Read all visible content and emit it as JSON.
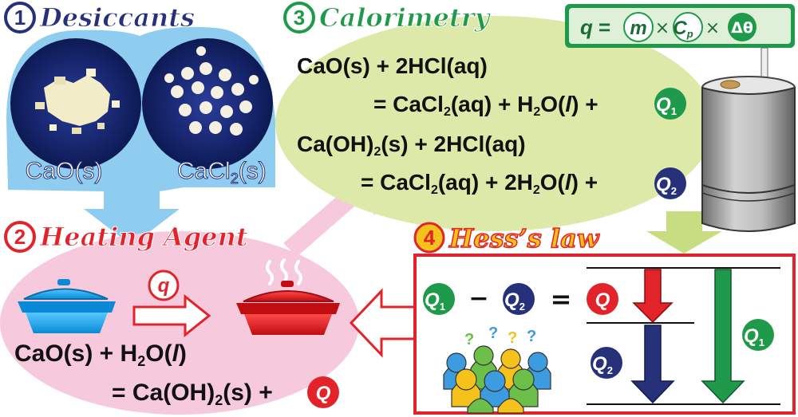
{
  "sections": {
    "desiccants": {
      "number": "1",
      "title": "Desiccants",
      "cao_label": "CaO(s)",
      "cacl2_label_a": "CaCl",
      "cacl2_sub": "2",
      "cacl2_label_b": "(s)"
    },
    "heating_agent": {
      "number": "2",
      "title": "Heating Agent",
      "q_label": "q",
      "eq1_a": "CaO(s) + H",
      "eq1_sub": "2",
      "eq1_b": "O(",
      "eq1_l": "l",
      "eq1_c": ")",
      "eq2_a": "= Ca(OH)",
      "eq2_sub": "2",
      "eq2_b": "(s) +",
      "q_circle": "Q"
    },
    "calorimetry": {
      "number": "3",
      "title": "Calorimetry",
      "formula": {
        "q": "q",
        "eq": "=",
        "m": "m",
        "times": "×",
        "c": "C",
        "c_sub": "p",
        "delta": "Δθ"
      },
      "r1_line1": "CaO(s) + 2HCl(aq)",
      "r1_line2_a": "= CaCl",
      "r1_line2_sub": "2",
      "r1_line2_b": "(aq) + H",
      "r1_line2_sub2": "2",
      "r1_line2_c": "O(",
      "r1_line2_l": "l",
      "r1_line2_d": ") +",
      "q1": "Q",
      "q1_sub": "1",
      "r2_line1_a": "Ca(OH)",
      "r2_line1_sub": "2",
      "r2_line1_b": "(s) + 2HCl(aq)",
      "r2_line2_a": "= CaCl",
      "r2_line2_sub": "2",
      "r2_line2_b": "(aq) + 2H",
      "r2_line2_sub2": "2",
      "r2_line2_c": "O(",
      "r2_line2_l": "l",
      "r2_line2_d": ") +",
      "q2": "Q",
      "q2_sub": "2"
    },
    "hess": {
      "number": "4",
      "title": "Hess’s law",
      "q1": "Q",
      "q1_sub": "1",
      "minus": "−",
      "q2": "Q",
      "q2_sub": "2",
      "equals": "=",
      "q": "Q",
      "right_q1": "Q",
      "right_q1_sub": "1",
      "diag_q2": "Q",
      "diag_q2_sub": "2",
      "question_marks": [
        "?",
        "?",
        "?",
        "?"
      ]
    }
  },
  "colors": {
    "blue": "#2a3a8f",
    "red": "#e3232a",
    "green": "#1f9a4a",
    "yellow": "#f4c21a",
    "lightblue": "#8fcdf0",
    "pink": "#f6c9dc",
    "lightgreen": "#dce9a8",
    "navy": "#27317a",
    "gray": "#9b9b9b"
  }
}
